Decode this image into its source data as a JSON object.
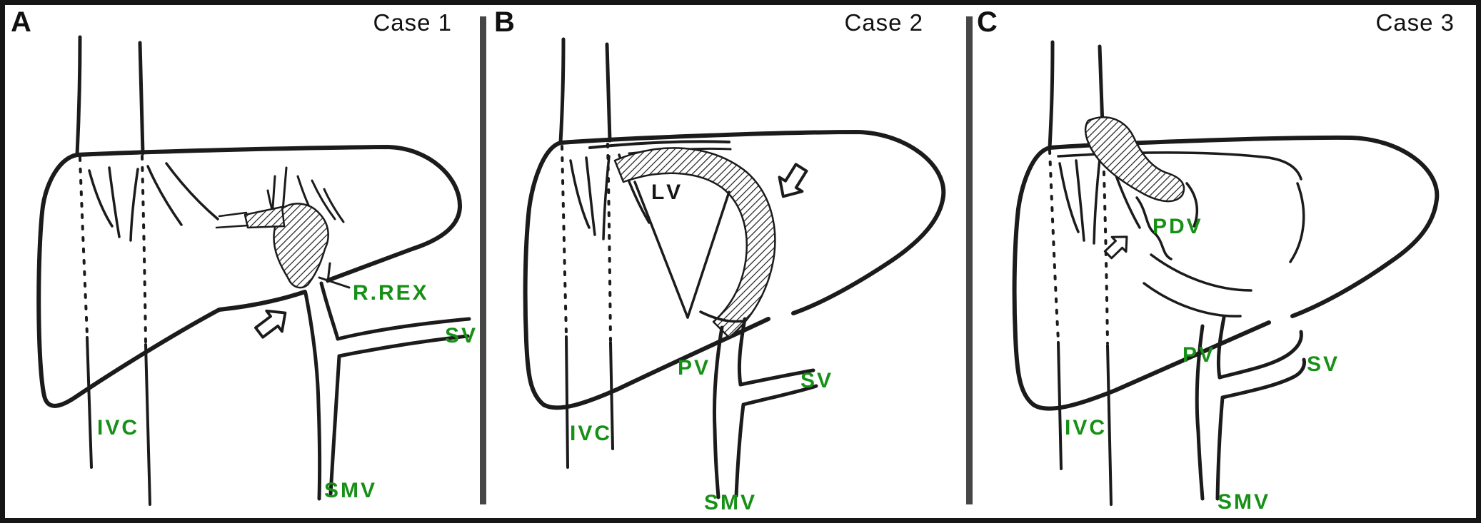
{
  "figure": {
    "type": "medical-line-diagram",
    "description": "Schematic drawings of the liver and portal venous system in three cases",
    "colors": {
      "annotation_green": "#169016",
      "line_black": "#1b1b1b",
      "divider_gray": "#464646",
      "border_black": "#161616",
      "background": "#ffffff"
    },
    "panels": [
      {
        "letter": "A",
        "case_label": "Case 1",
        "arrow_direction": "up-right",
        "annotations": {
          "rrex": "R.REX",
          "sv": "SV",
          "ivc": "IVC",
          "smv": "SMV"
        }
      },
      {
        "letter": "B",
        "case_label": "Case 2",
        "arrow_direction": "down-left",
        "annotations": {
          "lv": "LV",
          "pv": "PV",
          "sv": "SV",
          "ivc": "IVC",
          "smv": "SMV"
        }
      },
      {
        "letter": "C",
        "case_label": "Case 3",
        "arrow_direction": "up-right",
        "annotations": {
          "pdv": "PDV",
          "pv": "PV",
          "sv": "SV",
          "ivc": "IVC",
          "smv": "SMV"
        }
      }
    ]
  }
}
